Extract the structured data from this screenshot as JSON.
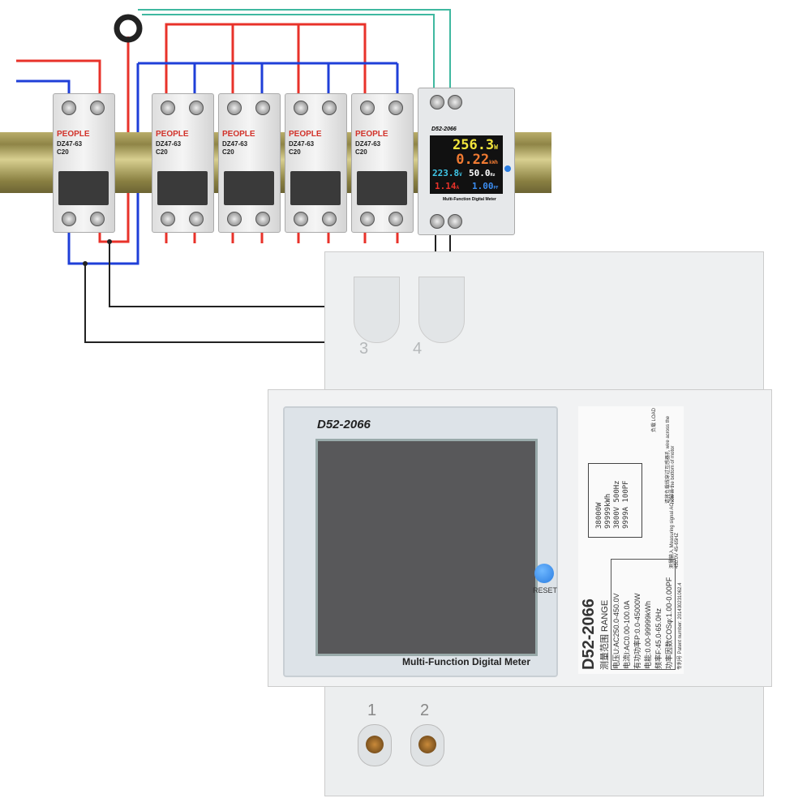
{
  "breakers": [
    {
      "brand": "PEOPLE",
      "model": "DZ47-63",
      "rating": "C20"
    },
    {
      "brand": "PEOPLE",
      "model": "DZ47-63",
      "rating": "C20"
    },
    {
      "brand": "PEOPLE",
      "model": "DZ47-63",
      "rating": "C20"
    },
    {
      "brand": "PEOPLE",
      "model": "DZ47-63",
      "rating": "C20"
    },
    {
      "brand": "PEOPLE",
      "model": "DZ47-63",
      "rating": "C20"
    }
  ],
  "small_meter": {
    "model": "D52-2066",
    "power": "256.3",
    "power_unit": "W",
    "energy": "0.22",
    "energy_unit": "kWh",
    "voltage": "223.8",
    "voltage_unit": "V",
    "frequency": "50.0",
    "frequency_unit": "Hz",
    "current": "1.14",
    "current_unit": "A",
    "pf": "1.00",
    "pf_unit": "PF",
    "caption": "Multi-Function Digital Meter"
  },
  "meter": {
    "model": "D52-2066",
    "caption": "Multi-Function Digital Meter",
    "reset_label": "RESET",
    "terminals_top": [
      "3",
      "4"
    ],
    "terminals_bottom": [
      "1",
      "2"
    ],
    "side_label": {
      "model": "D52-2066",
      "range_title": "测量范围 RANGE",
      "ranges": [
        "电压U:AC250.0-450.0V",
        "电流I:AC0.00-100.0A",
        "有功功率P:0.0-45000W",
        "电能:0.00-99999kWh",
        "频率F:45.0-65.0Hz",
        "功率因数COSφ:1.00-0.00PF"
      ],
      "patent": "专利号 Patent number: 201430231062.4",
      "signal": "测量输入 Measuring signal AC 250.0-450.0V 45-65HZ",
      "note": "请将负载线穿过互感器孔 wire across the hole in the bottom of motor",
      "load": "负载 LOAD",
      "display": [
        "38000W",
        "99999kWh",
        "3800V 500Hz",
        "9999A 100PF"
      ]
    }
  },
  "colors": {
    "live": "#e8322a",
    "neutral": "#1f3fd8",
    "signal": "#3fb8a0",
    "accent": "#2a7de1"
  }
}
